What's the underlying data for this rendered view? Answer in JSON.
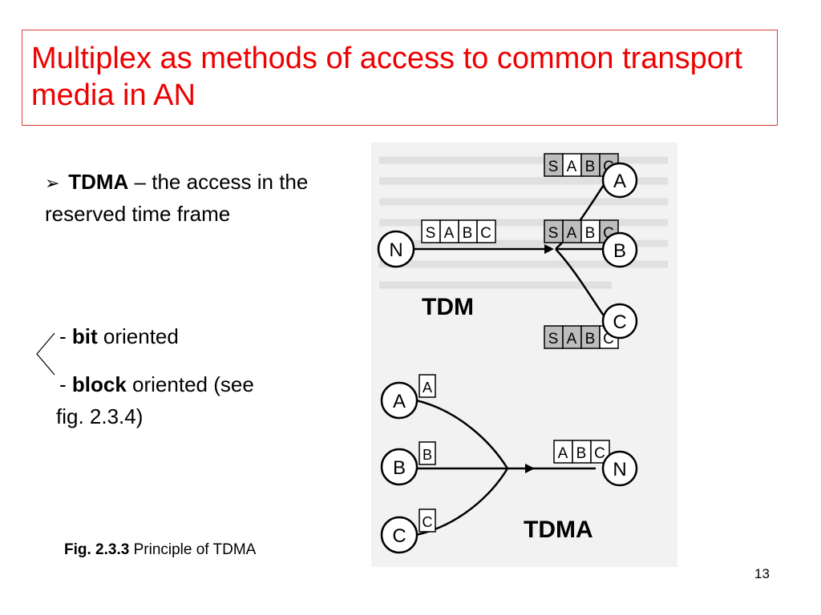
{
  "slide": {
    "title": "Multiplex as methods of access to  common transport media in AN",
    "bullet": {
      "term": "TDMA",
      "rest": " – the access in the reserved time frame"
    },
    "options": [
      {
        "prefix": "- ",
        "term": "bit",
        "rest": " oriented"
      },
      {
        "prefix": "- ",
        "term": "block",
        "rest": " oriented (see",
        "rest2": "fig. 2.3.4)"
      }
    ],
    "caption": {
      "label": "Fig. 2.3.3",
      "text": " Principle of TDMA"
    },
    "page_number": "13"
  },
  "figure": {
    "tdm_label": "TDM",
    "tdma_label": "TDMA",
    "nodes": {
      "n": "N",
      "a": "A",
      "b": "B",
      "c": "C"
    },
    "frame_slots": [
      "S",
      "A",
      "B",
      "C"
    ],
    "tdma_slots": [
      "A",
      "B",
      "C"
    ],
    "tdma_out_frame": "ABC"
  }
}
